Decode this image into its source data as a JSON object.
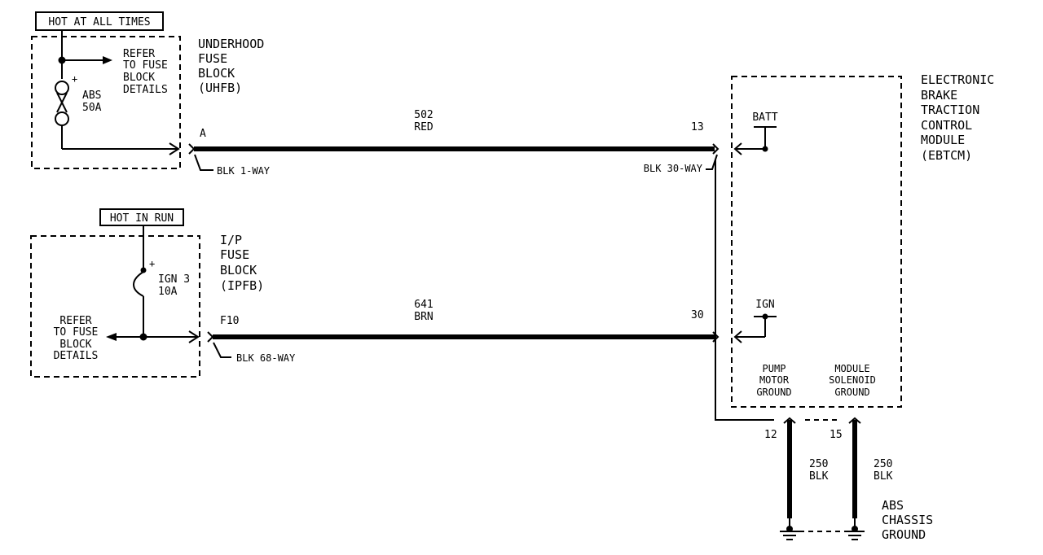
{
  "labels": {
    "hot_at_all_times": "HOT AT ALL TIMES",
    "hot_in_run": "HOT IN RUN",
    "uhfb": [
      "UNDERHOOD",
      "FUSE",
      "BLOCK",
      "(UHFB)"
    ],
    "ipfb": [
      "I/P",
      "FUSE",
      "BLOCK",
      "(IPFB)"
    ],
    "ebtcm": [
      "ELECTRONIC",
      "BRAKE",
      "TRACTION",
      "CONTROL",
      "MODULE",
      "(EBTCM)"
    ],
    "refer_top": [
      "REFER",
      "TO FUSE",
      "BLOCK",
      "DETAILS"
    ],
    "refer_bottom": [
      "REFER",
      "TO FUSE",
      "BLOCK",
      "DETAILS"
    ],
    "fuse_abs": [
      "ABS",
      "50A"
    ],
    "fuse_ign": [
      "IGN 3",
      "10A"
    ],
    "wire_502": [
      "502",
      "RED"
    ],
    "wire_641": [
      "641",
      "BRN"
    ],
    "wire_250_left": [
      "250",
      "BLK"
    ],
    "wire_250_right": [
      "250",
      "BLK"
    ],
    "pin_a": "A",
    "pin_13": "13",
    "pin_f10": "F10",
    "pin_30": "30",
    "pin_12": "12",
    "pin_15": "15",
    "conn_blk_1way": "BLK 1-WAY",
    "conn_blk_30way": "BLK 30-WAY",
    "conn_blk_68way": "BLK 68-WAY",
    "batt": "BATT",
    "ign": "IGN",
    "pump_ground": [
      "PUMP",
      "MOTOR",
      "GROUND"
    ],
    "module_ground": [
      "MODULE",
      "SOLENOID",
      "GROUND"
    ],
    "abs_ground": [
      "ABS",
      "CHASSIS",
      "GROUND"
    ],
    "plus_top": "+",
    "plus_bottom": "+"
  }
}
